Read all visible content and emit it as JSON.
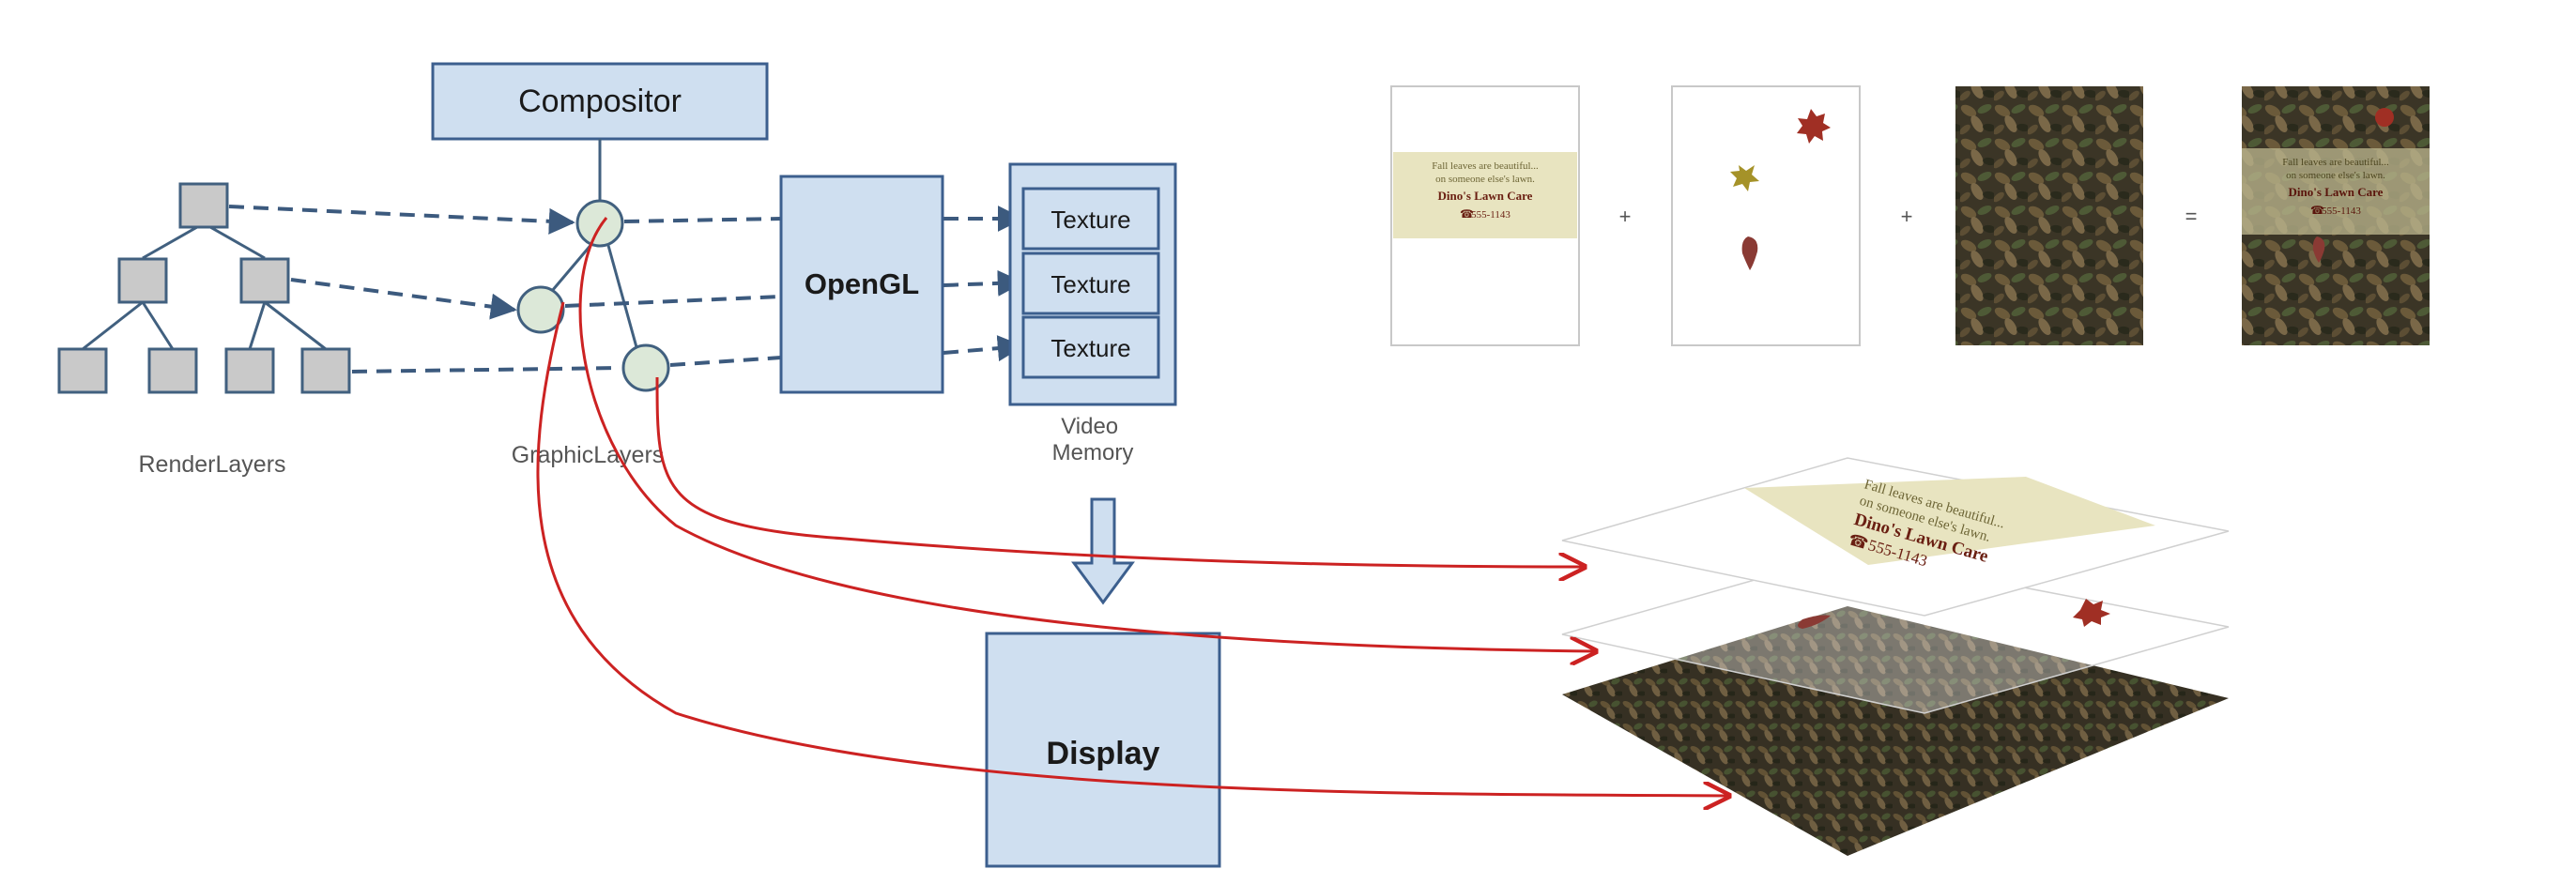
{
  "diagram": {
    "compositor_label": "Compositor",
    "opengl_label": "OpenGL",
    "display_label": "Display",
    "texture_labels": [
      "Texture",
      "Texture",
      "Texture"
    ],
    "video_memory_label": [
      "Video",
      "Memory"
    ],
    "render_layers_label": "RenderLayers",
    "graphic_layers_label": "GraphicLayers",
    "operators": [
      "+",
      "+",
      "="
    ],
    "card_text": {
      "line1": "Fall leaves are beautiful...",
      "line2": "on someone else's lawn.",
      "business": "Dino's Lawn Care",
      "phone": "555-1143"
    },
    "colors": {
      "box_fill": "#cfdff0",
      "box_stroke": "#3c5f8e",
      "node_fill": "#c9c9c9",
      "node_stroke": "#41607f",
      "circle_fill": "#dce8d8",
      "dashed": "#3c5a7e",
      "red_arrow": "#cc2222",
      "cream_band": "#e8e4c0",
      "leaf_dark": "#3b3526"
    }
  }
}
